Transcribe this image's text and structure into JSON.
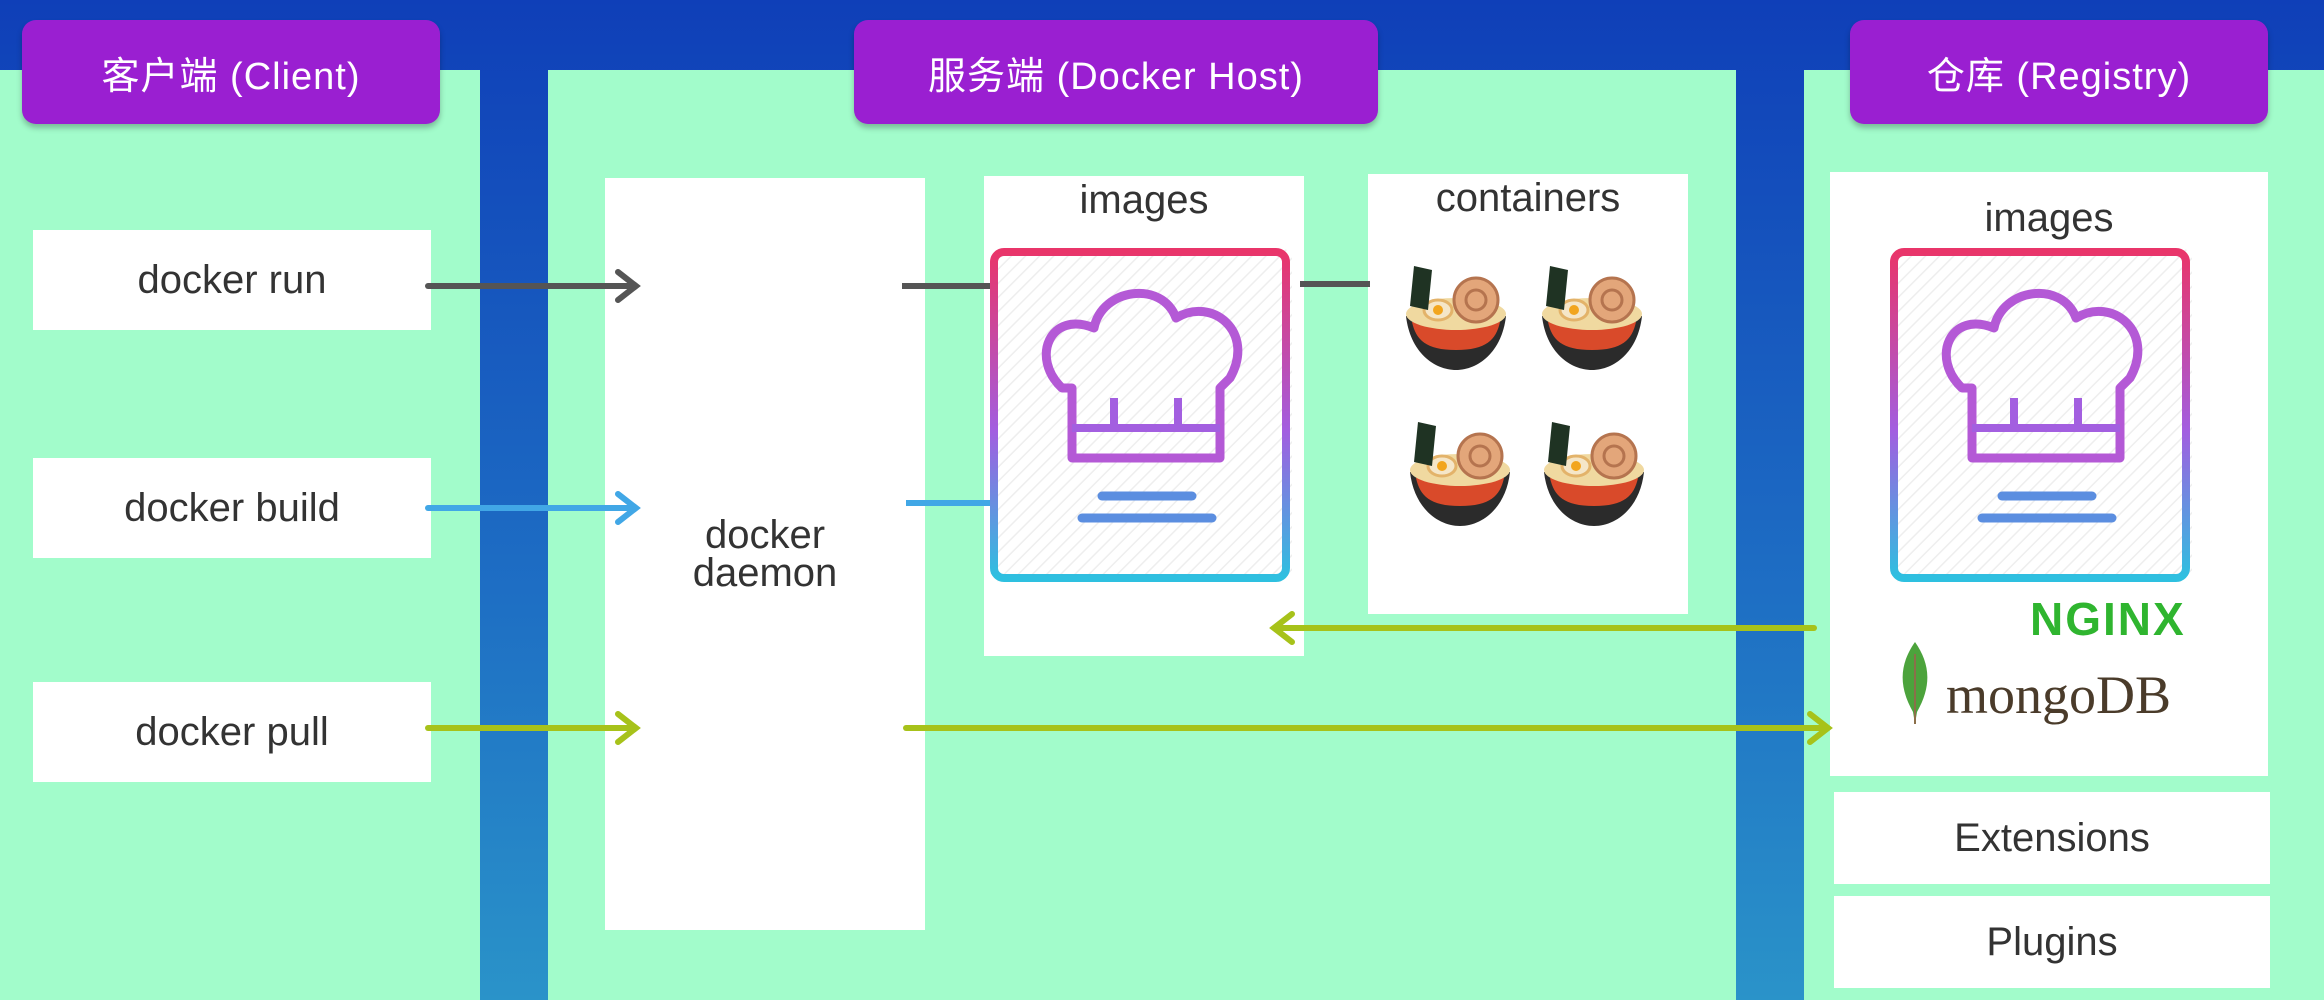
{
  "headers": {
    "client": "客户端 (Client)",
    "host": "服务端 (Docker Host)",
    "registry": "仓库 (Registry)"
  },
  "client_commands": [
    "docker run",
    "docker build",
    "docker pull"
  ],
  "host": {
    "daemon_line1": "docker",
    "daemon_line2": "daemon",
    "images_label": "images",
    "containers_label": "containers"
  },
  "registry": {
    "images_label": "images",
    "nginx_logo": "NGINX",
    "mongodb_logo": "mongoDB",
    "extensions": "Extensions",
    "plugins": "Plugins"
  },
  "colors": {
    "run_arrow": "#555555",
    "build_arrow": "#41a7e6",
    "pull_arrow": "#a7c21a",
    "header_bg": "#9a1fd1",
    "panel_bg": "#a2fccb"
  },
  "icons": {
    "image_icon": "chef-hat-book-icon",
    "container_icon": "ramen-bowl-icon",
    "mongodb_icon": "mongodb-leaf-icon"
  }
}
